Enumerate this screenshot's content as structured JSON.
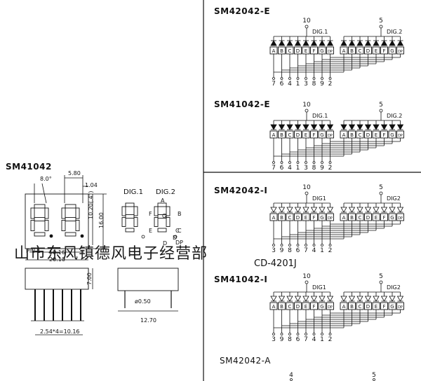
{
  "left_panel": {
    "title": "SM41042",
    "dimensions": {
      "angle": "8.0°",
      "digit_width": "5.80",
      "segment": "1.04",
      "digit_height": "10.20(.4\")",
      "total_height": "16.00",
      "pin_pitch": "10.16",
      "total_width": "20.10",
      "depth": "7.00",
      "pin_diameter": "ø0.50",
      "body_length": "12.70",
      "pin_span": "2.54*4=10.16"
    },
    "pin_label": "PIN 1",
    "dig1_label": "DIG.1",
    "dig2_label": "DIG.2",
    "segment_labels": [
      "A",
      "B",
      "C",
      "D",
      "E",
      "F",
      "G",
      "DP",
      "C",
      "D"
    ]
  },
  "right_panel": {
    "diagrams": [
      {
        "title": "SM42042-E",
        "common": [
          "10",
          "5"
        ],
        "dig_labels": [
          "DIG.1",
          "DIG.2"
        ],
        "segments": [
          "A",
          "B",
          "C",
          "D",
          "E",
          "F",
          "G",
          "DP"
        ],
        "pins": [
          "7",
          "6",
          "4",
          "1",
          "3",
          "8",
          "9",
          "2"
        ]
      },
      {
        "title": "SM41042-E",
        "common": [
          "10",
          "5"
        ],
        "dig_labels": [
          "DIG.1",
          "DIG.2"
        ],
        "segments": [
          "A",
          "B",
          "C",
          "D",
          "E",
          "F",
          "G",
          "DP"
        ],
        "pins": [
          "7",
          "6",
          "4",
          "1",
          "3",
          "8",
          "9",
          "2"
        ]
      },
      {
        "title": "SM42042-I",
        "common": [
          "10",
          "5"
        ],
        "dig_labels": [
          "DIG1",
          "DIG2"
        ],
        "segments": [
          "A",
          "B",
          "C",
          "D",
          "E",
          "F",
          "G",
          "DP"
        ],
        "pins": [
          "3",
          "9",
          "8",
          "6",
          "7",
          "4",
          "1",
          "2"
        ]
      },
      {
        "title": "SM41042-I",
        "common": [
          "10",
          "5"
        ],
        "dig_labels": [
          "DIG1",
          "DIG2"
        ],
        "segments": [
          "A",
          "B",
          "C",
          "D",
          "E",
          "F",
          "G",
          "DP"
        ],
        "pins": [
          "3",
          "9",
          "8",
          "6",
          "7",
          "4",
          "1",
          "2"
        ]
      }
    ],
    "part_label": "CD-4201J",
    "bottom_title": "SM42042-A",
    "bottom_common": [
      "4",
      "5"
    ]
  },
  "watermark": "山市东风镇德风电子经营部"
}
